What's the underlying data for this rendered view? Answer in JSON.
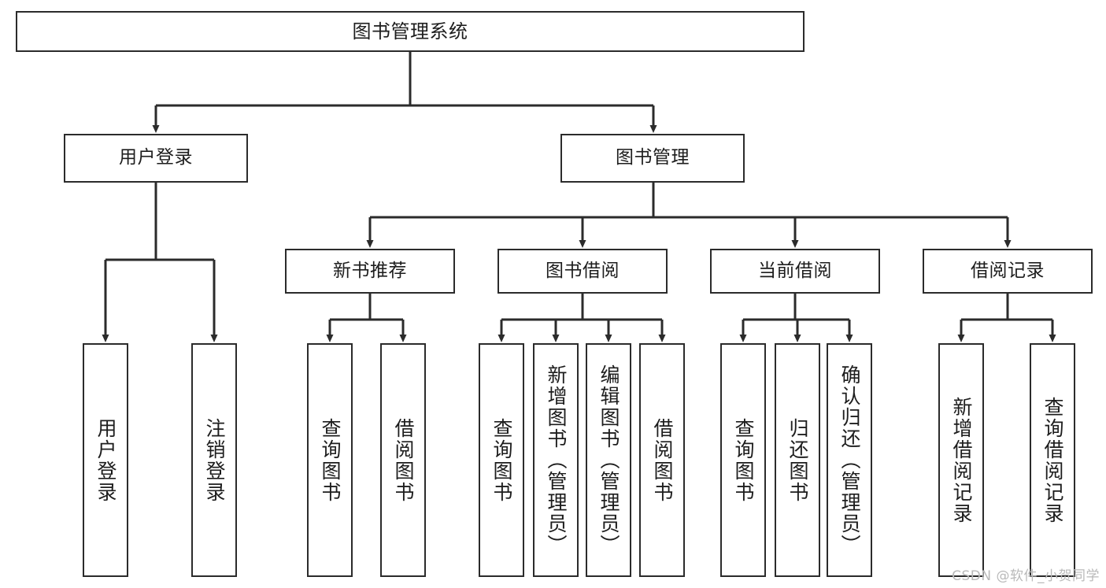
{
  "diagram": {
    "title": "图书管理系统",
    "watermark": "CSDN @软件_小贺同学",
    "colors": {
      "background": "#ffffff",
      "stroke": "#2b2b2b",
      "text": "#1d1d1d",
      "watermark": "#b9b9b9"
    },
    "nodes": {
      "root": "图书管理系统",
      "level2": {
        "user_login": "用户登录",
        "book_manage": "图书管理"
      },
      "level3": {
        "new_book_rec": "新书推荐",
        "book_borrow": "图书借阅",
        "current_borrow": "当前借阅",
        "borrow_record": "借阅记录"
      },
      "leaves": {
        "user_login_1": "用户登录",
        "user_login_2": "注销登录",
        "new_book_rec_1": "查询图书",
        "new_book_rec_2": "借阅图书",
        "book_borrow_1": "查询图书",
        "book_borrow_2": "新增图书（管理员）",
        "book_borrow_3": "编辑图书（管理员）",
        "book_borrow_4": "借阅图书",
        "current_borrow_1": "查询图书",
        "current_borrow_2": "归还图书",
        "current_borrow_3": "确认归还（管理员）",
        "borrow_record_1": "新增借阅记录",
        "borrow_record_2": "查询借阅记录"
      }
    }
  }
}
